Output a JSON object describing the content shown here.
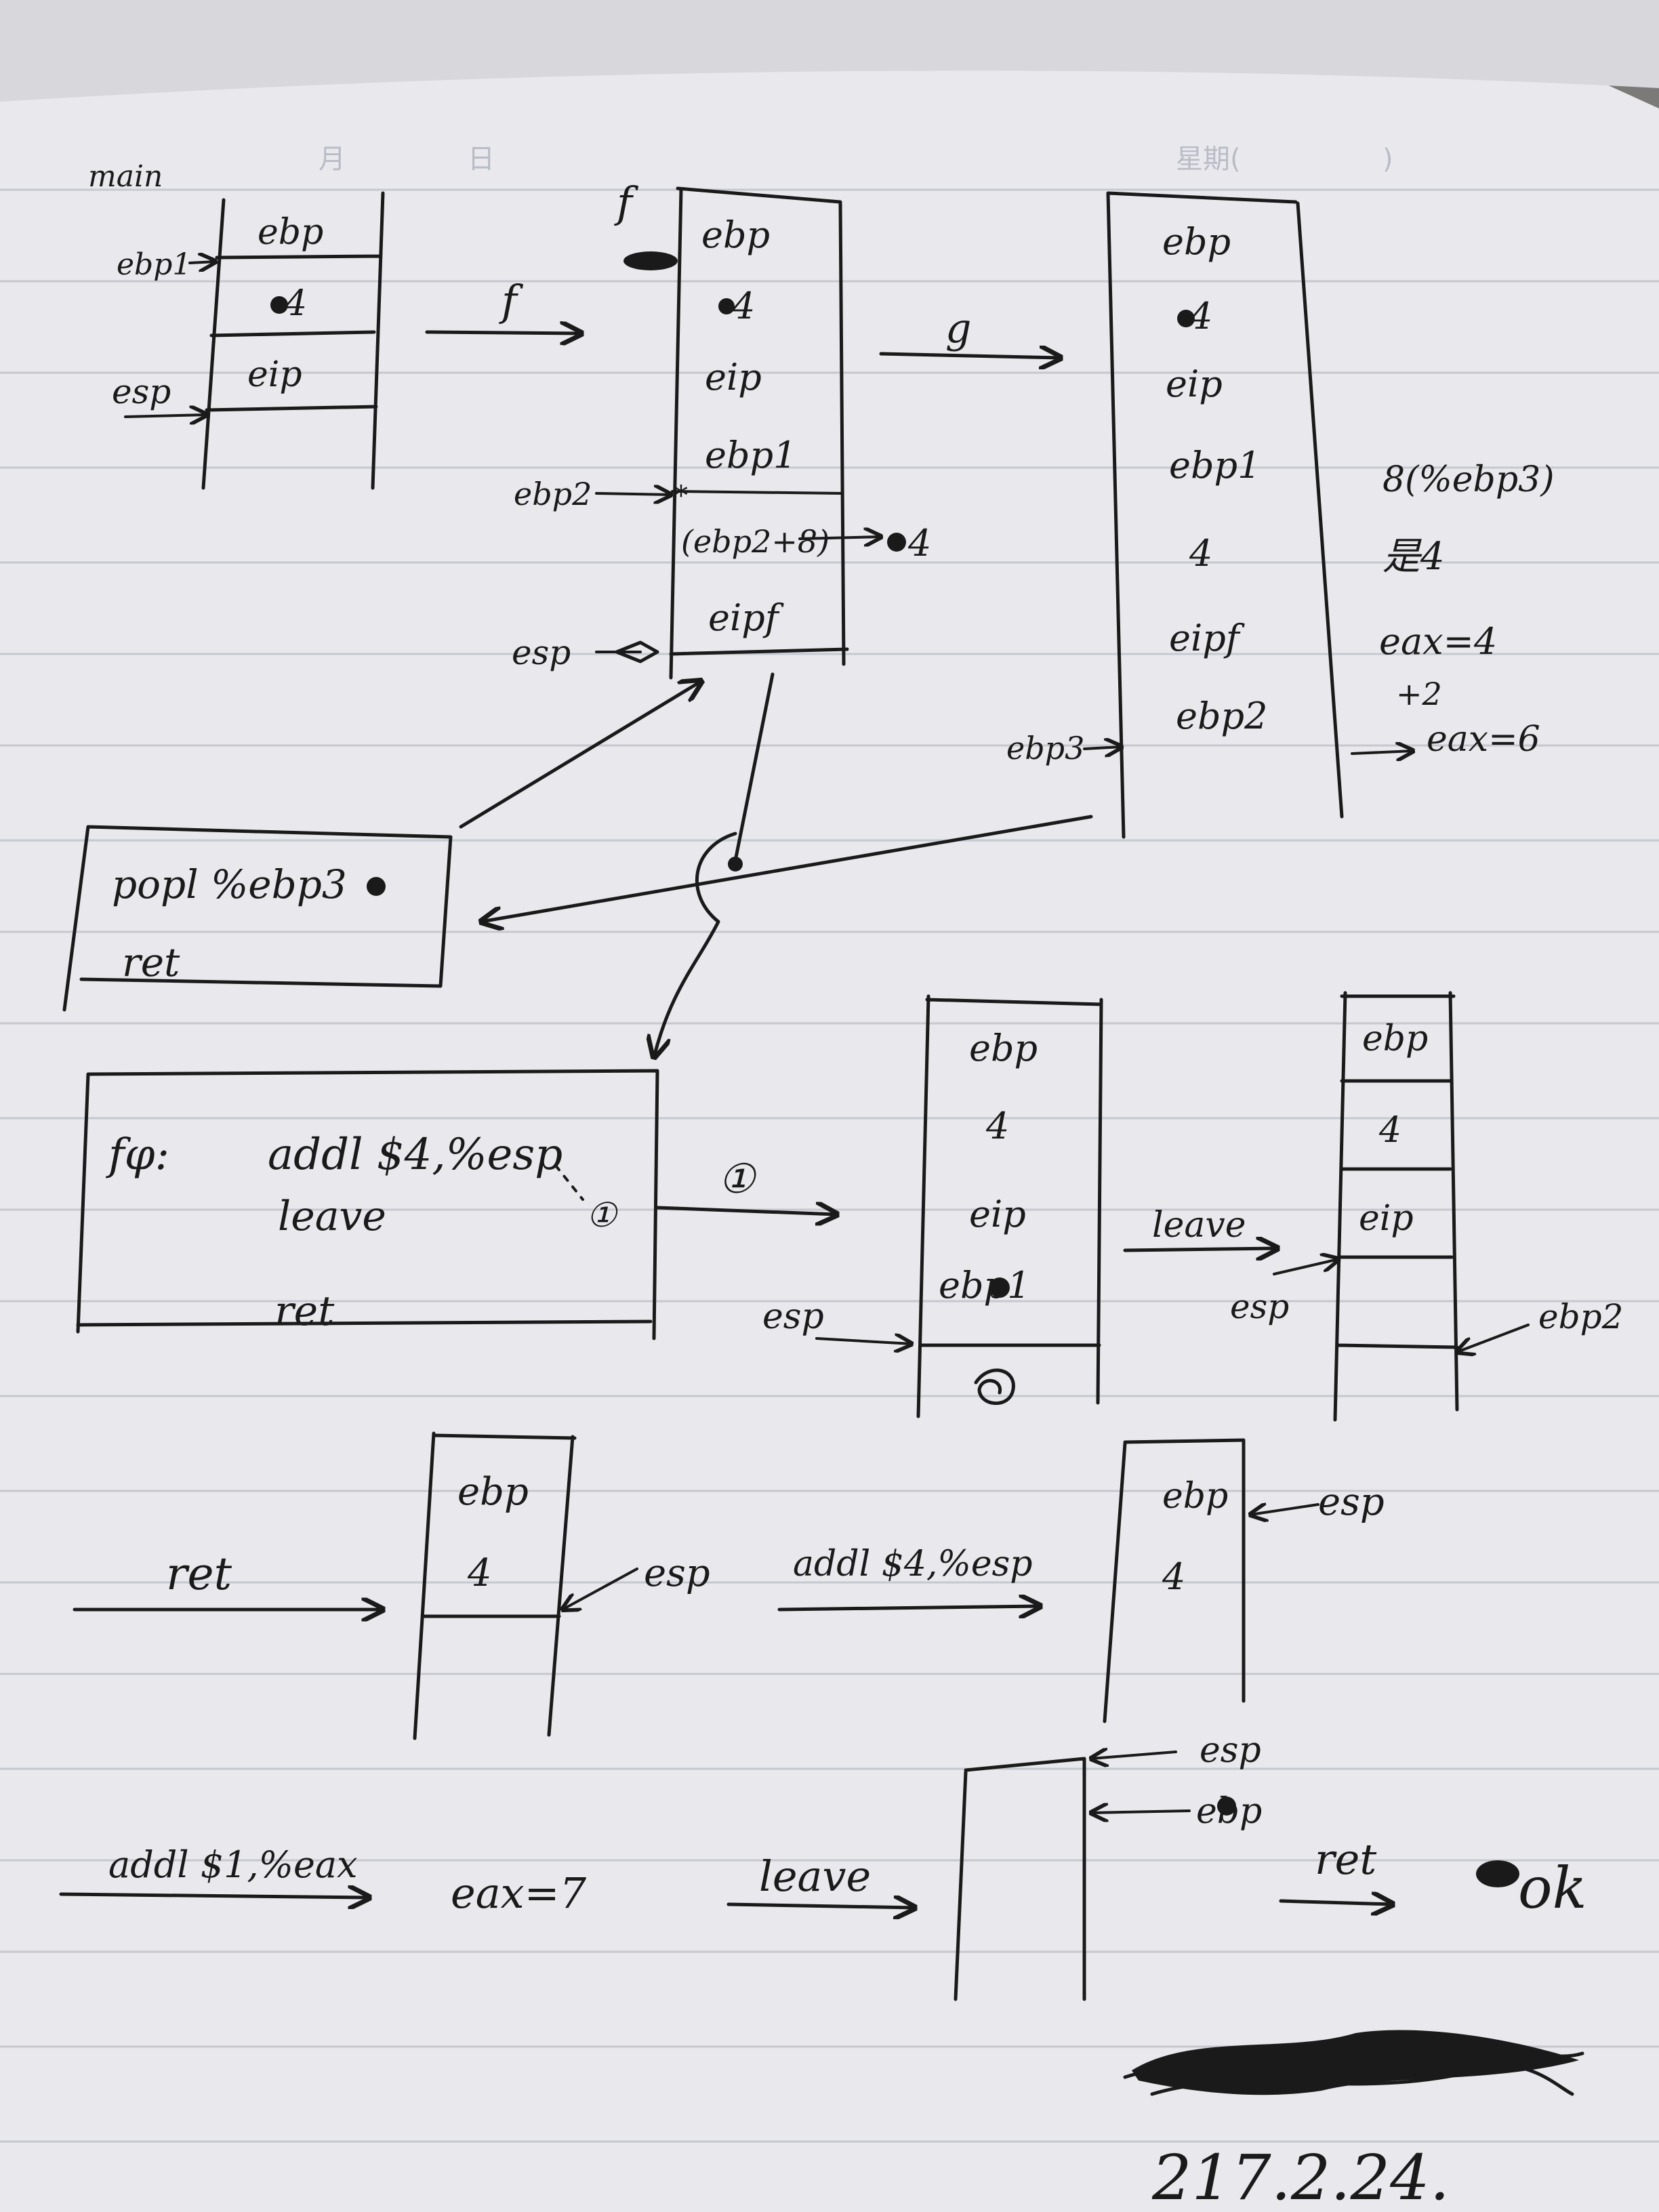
{
  "header": {
    "month": "月",
    "day": "日",
    "weekday": "星期(",
    "weekday_close": ")"
  },
  "main": {
    "label": "main",
    "cells": [
      "ebp",
      "4",
      "eip"
    ],
    "ebp_label": "ebp1",
    "esp_label": "esp"
  },
  "arrow_f": {
    "label": "f"
  },
  "f_frame": {
    "title": "f",
    "cells": [
      "ebp",
      "4",
      "eip",
      "ebp1",
      "(ebp2+8)",
      "eipf"
    ],
    "star": "*",
    "ebp_label": "ebp2",
    "esp_label": "esp",
    "deref": "4"
  },
  "arrow_g": {
    "label": "g"
  },
  "g_frame": {
    "cells": [
      "ebp",
      "4",
      "eip",
      "ebp1",
      "4",
      "eipf",
      "ebp2"
    ],
    "ebp_label": "ebp3",
    "notes": [
      "8(%ebp3)",
      "是4",
      "eax=4",
      "+2",
      "eax=6"
    ]
  },
  "popl_box": {
    "lines": [
      "popl   %ebp3",
      "ret"
    ]
  },
  "fq_box": {
    "prefix": "fφ:",
    "lines": [
      "addl   $4,%esp",
      "leave",
      "ret"
    ],
    "mark": "①"
  },
  "arrow_1": {
    "label": "①"
  },
  "stack_after1": {
    "cells": [
      "ebp",
      "4",
      "eip",
      "ebp1"
    ],
    "esp_label": "esp"
  },
  "arrow_leave": {
    "label": "leave"
  },
  "stack_after_leave": {
    "cells": [
      "ebp",
      "4",
      "eip"
    ],
    "esp_label": "esp",
    "ebp_label": "ebp2"
  },
  "arrow_ret": {
    "label": "ret"
  },
  "stack_after_ret": {
    "cells": [
      "ebp",
      "4"
    ],
    "esp_label": "esp"
  },
  "arrow_addl": {
    "label": "addl  $4,%esp"
  },
  "stack_after_addl": {
    "cells": [
      "ebp",
      "4"
    ],
    "esp_label": "esp"
  },
  "arrow_addl2": {
    "label": "addl  $1,%eax"
  },
  "eax_result": "eax=7",
  "arrow_leave2": {
    "label": "leave"
  },
  "final_stack": {
    "esp_label": "esp",
    "ebp_label": "ebp"
  },
  "arrow_ret2": {
    "label": "ret"
  },
  "ok": "ok",
  "date": "217.2.24."
}
